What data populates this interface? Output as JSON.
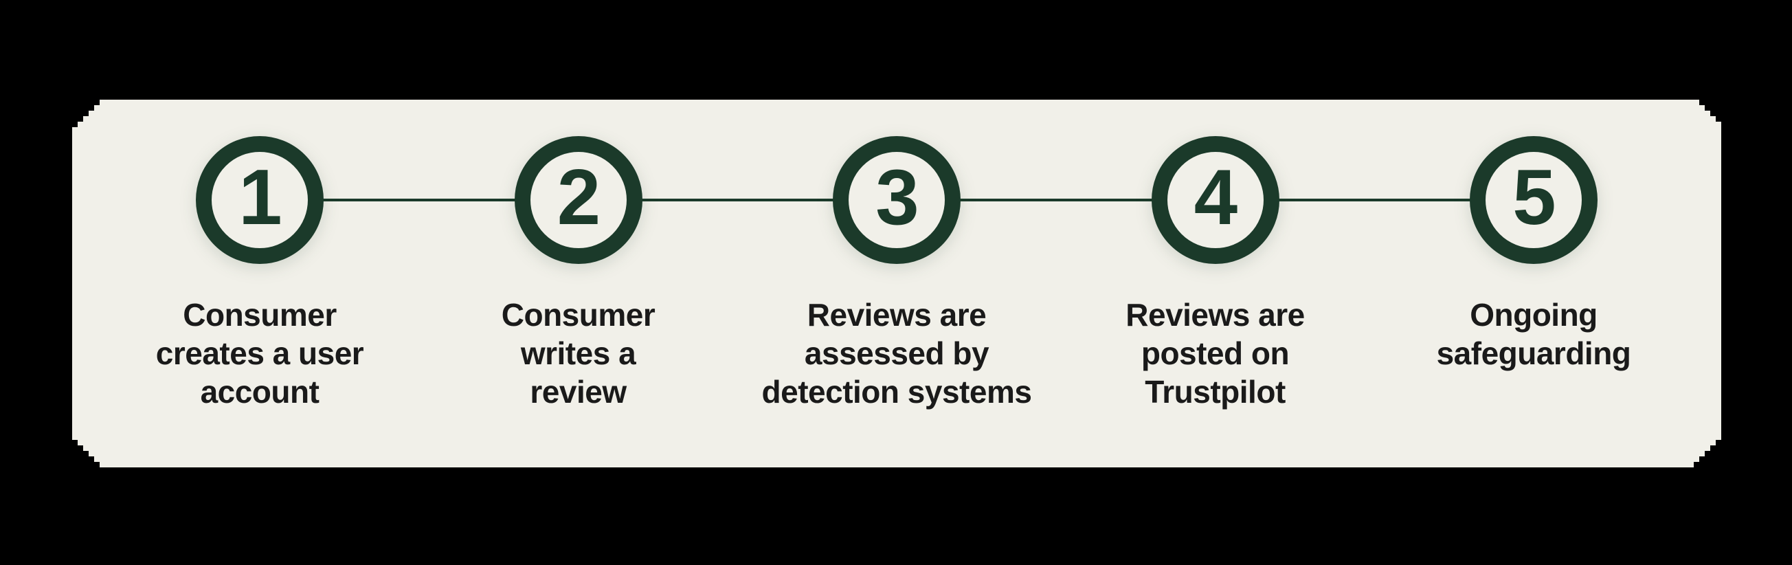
{
  "colors": {
    "page_background": "#000000",
    "panel_background": "#F1F0E9",
    "accent_green": "#1B3A2A",
    "text": "#1A1A1A"
  },
  "diagram": {
    "type": "horizontal-process-timeline",
    "step_count": 5
  },
  "steps": [
    {
      "number": "1",
      "label": "Consumer\ncreates a user\naccount"
    },
    {
      "number": "2",
      "label": "Consumer\nwrites a\nreview"
    },
    {
      "number": "3",
      "label": "Reviews are\nassessed by\ndetection systems"
    },
    {
      "number": "4",
      "label": "Reviews are\nposted on\nTrustpilot"
    },
    {
      "number": "5",
      "label": "Ongoing\nsafeguarding"
    }
  ]
}
